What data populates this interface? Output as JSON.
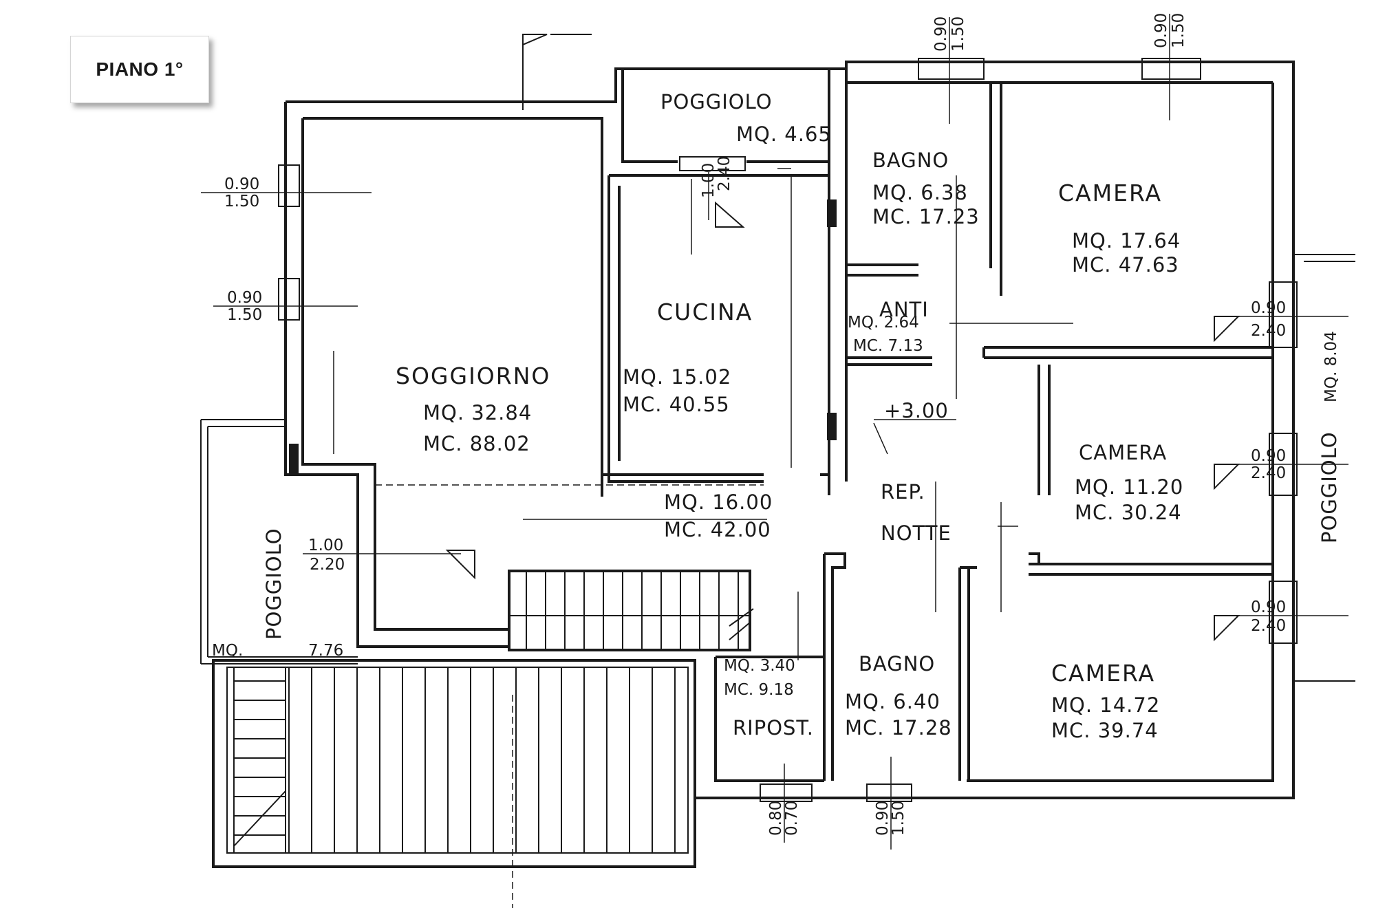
{
  "title": "PIANO 1°",
  "rooms": {
    "poggiolo_top": {
      "name": "POGGIOLO",
      "area": "MQ. 4.65"
    },
    "bagno_top": {
      "name": "BAGNO",
      "area": "MQ. 6.38",
      "volume": "MC. 17.23"
    },
    "camera_top": {
      "name": "CAMERA",
      "area": "MQ. 17.64",
      "volume": "MC. 47.63"
    },
    "soggiorno": {
      "name": "SOGGIORNO",
      "area": "MQ. 32.84",
      "volume": "MC. 88.02"
    },
    "cucina": {
      "name": "CUCINA",
      "area": "MQ. 15.02",
      "volume": "MC. 40.55"
    },
    "anti": {
      "name": "ANTI",
      "area": "MQ. 2.64",
      "volume": "MC. 7.13"
    },
    "camera_mid": {
      "name": "CAMERA",
      "area": "MQ. 11.20",
      "volume": "MC. 30.24"
    },
    "corridor": {
      "area": "MQ. 16.00",
      "volume": "MC. 42.00"
    },
    "rep_notte": {
      "line1": "REP.",
      "line2": "NOTTE"
    },
    "poggiolo_left": {
      "name": "POGGIOLO",
      "area_label": "MQ.",
      "area_value": "7.76"
    },
    "poggiolo_right": {
      "name": "POGGIOLO",
      "area": "MQ. 8.04"
    },
    "ripost": {
      "name": "RIPOST.",
      "area": "MQ. 3.40",
      "volume": "MC. 9.18"
    },
    "bagno_bottom": {
      "name": "BAGNO",
      "area": "MQ. 6.40",
      "volume": "MC. 17.28"
    },
    "camera_bottom": {
      "name": "CAMERA",
      "area": "MQ. 14.72",
      "volume": "MC. 39.74"
    }
  },
  "level": "+3.00",
  "openings": {
    "left_1": {
      "top": "0.90",
      "bottom": "1.50"
    },
    "left_2": {
      "top": "0.90",
      "bottom": "1.50"
    },
    "poggiolo_door": {
      "top": "1.00",
      "bottom": "2.20"
    },
    "cucina_door": {
      "top": "1.00",
      "bottom": "2.40"
    },
    "top_bagno": {
      "top": "0.90",
      "bottom": "1.50"
    },
    "top_camera": {
      "top": "0.90",
      "bottom": "1.50"
    },
    "right_1": {
      "top": "0.90",
      "bottom": "2.40"
    },
    "right_2": {
      "top": "0.90",
      "bottom": "2.40"
    },
    "right_3": {
      "top": "0.90",
      "bottom": "2.40"
    },
    "bottom_ripost": {
      "top": "0.80",
      "bottom": "0.70"
    },
    "bottom_bagno": {
      "top": "0.90",
      "bottom": "1.50"
    }
  }
}
